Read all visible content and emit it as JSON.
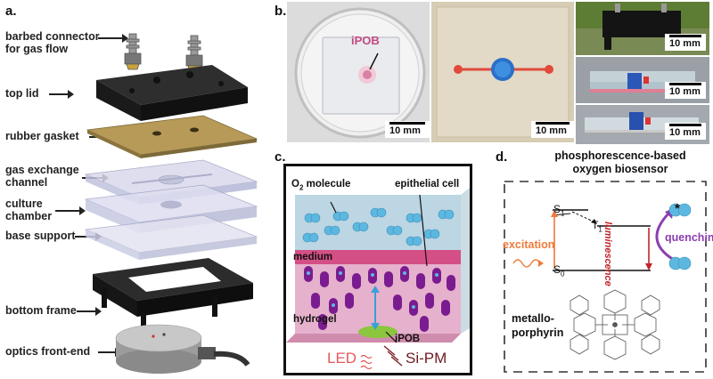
{
  "panel_a": {
    "letter": "a.",
    "labels": {
      "barbed_1": "barbed connector",
      "barbed_2": "for gas flow",
      "top_lid": "top lid",
      "gasket": "rubber gasket",
      "gas_1": "gas exchange",
      "gas_2": "channel",
      "culture_1": "culture",
      "culture_2": "chamber",
      "base": "base support",
      "bottom": "bottom frame",
      "optics": "optics front-end"
    }
  },
  "panel_b": {
    "letter": "b.",
    "iPOB_label": "iPOB",
    "scale_1": "10 mm",
    "scale_2": "10 mm",
    "scale_3": "10 mm",
    "scale_4": "10 mm",
    "scale_5": "10 mm"
  },
  "panel_c": {
    "letter": "c.",
    "o2": "O",
    "o2_sub": "2",
    "o2_rest": " molecule",
    "epithelial": "epithelial cell",
    "medium": "medium",
    "hydrogel": "hydrogel",
    "iPOB": "iPOB",
    "led": "LED",
    "sipm": "Si-PM"
  },
  "panel_d": {
    "letter": "d.",
    "title_1": "phosphorescence-based",
    "title_2": "oxygen biosensor",
    "s1": "S",
    "s1_sub": "1",
    "t1": "T",
    "t1_sub": "1",
    "s0": "S",
    "s0_sub": "0",
    "excitation": "excitation",
    "luminescence": "luminescence",
    "quenching": "quenching",
    "star": "*",
    "metallo_1": "metallo-",
    "metallo_2": "porphyrin"
  },
  "colors": {
    "medium_blue": "#bcd6e3",
    "medium_band": "#d44f86",
    "hydrogel_pink": "#e6b1cc",
    "cell_purple": "#7a1c8f",
    "o2_blue": "#5cb8e0",
    "excitation": "#f07a3a",
    "luminescence": "#c0242a",
    "quenching": "#8b3fb0",
    "ipob_green": "#8cc63f"
  }
}
